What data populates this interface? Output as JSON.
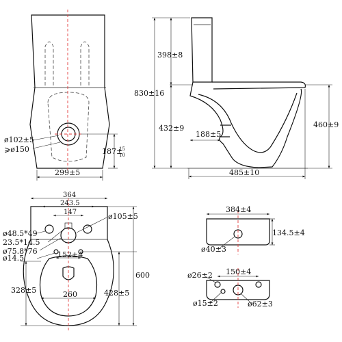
{
  "front_view": {
    "width_label": "299±5",
    "outlet_diameter_label": "ø102±5",
    "outer_diameter_label": "⩾ø150",
    "outlet_height_label": "187±",
    "outlet_height_tol_upper": "15",
    "outlet_height_tol_lower": "10"
  },
  "side_view": {
    "tank_height_label": "398±8",
    "total_height_label": "830±16",
    "bowl_height_label": "432±9",
    "seat_height_label": "460±9",
    "outlet_offset_label": "188±5",
    "depth_label": "485±10"
  },
  "top_view": {
    "overall_width_label": "364",
    "hole_span_label": "243.5",
    "inner_span_label": "147",
    "center_hole_label": "ø105±5",
    "side_hole_label": "ø48.5*49",
    "slot_label": "23.5*14.5",
    "oval_label": "ø75.8*76",
    "small_hole_label": "ø14.5",
    "offset_label": "152±4",
    "bowl_depth_label": "328±5",
    "bowl_width_label": "260",
    "rear_depth_label": "428±5",
    "overall_depth_label": "600"
  },
  "tank_top_view": {
    "width_label": "384±4",
    "depth_label": "134.5±4",
    "button_hole_label": "ø40±3"
  },
  "tank_bottom_view": {
    "spacing_label": "150±4",
    "bolt_hole_label": "ø26±2",
    "small_hole_label": "ø15±2",
    "outlet_hole_label": "ø62±3"
  },
  "colors": {
    "line": "#111111",
    "centerline": "#e23a3a",
    "background": "#ffffff"
  }
}
